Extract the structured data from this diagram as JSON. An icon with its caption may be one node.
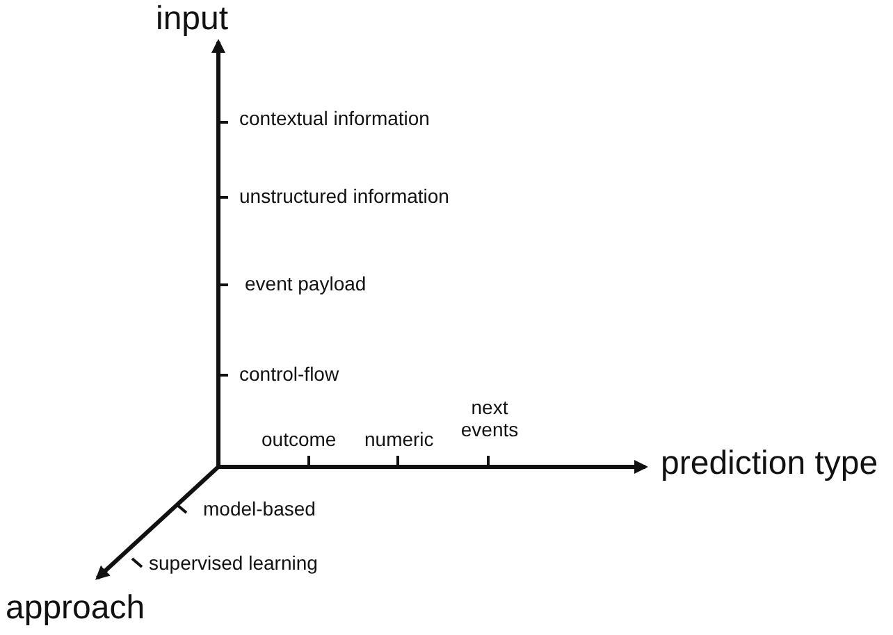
{
  "diagram": {
    "labels": [
      "input",
      "contextual information",
      "unstructured information",
      "event payload",
      "control-flow",
      "outcome",
      "numeric",
      "next events",
      "prediction type",
      "model-based",
      "supervised learning",
      "approach"
    ]
  }
}
